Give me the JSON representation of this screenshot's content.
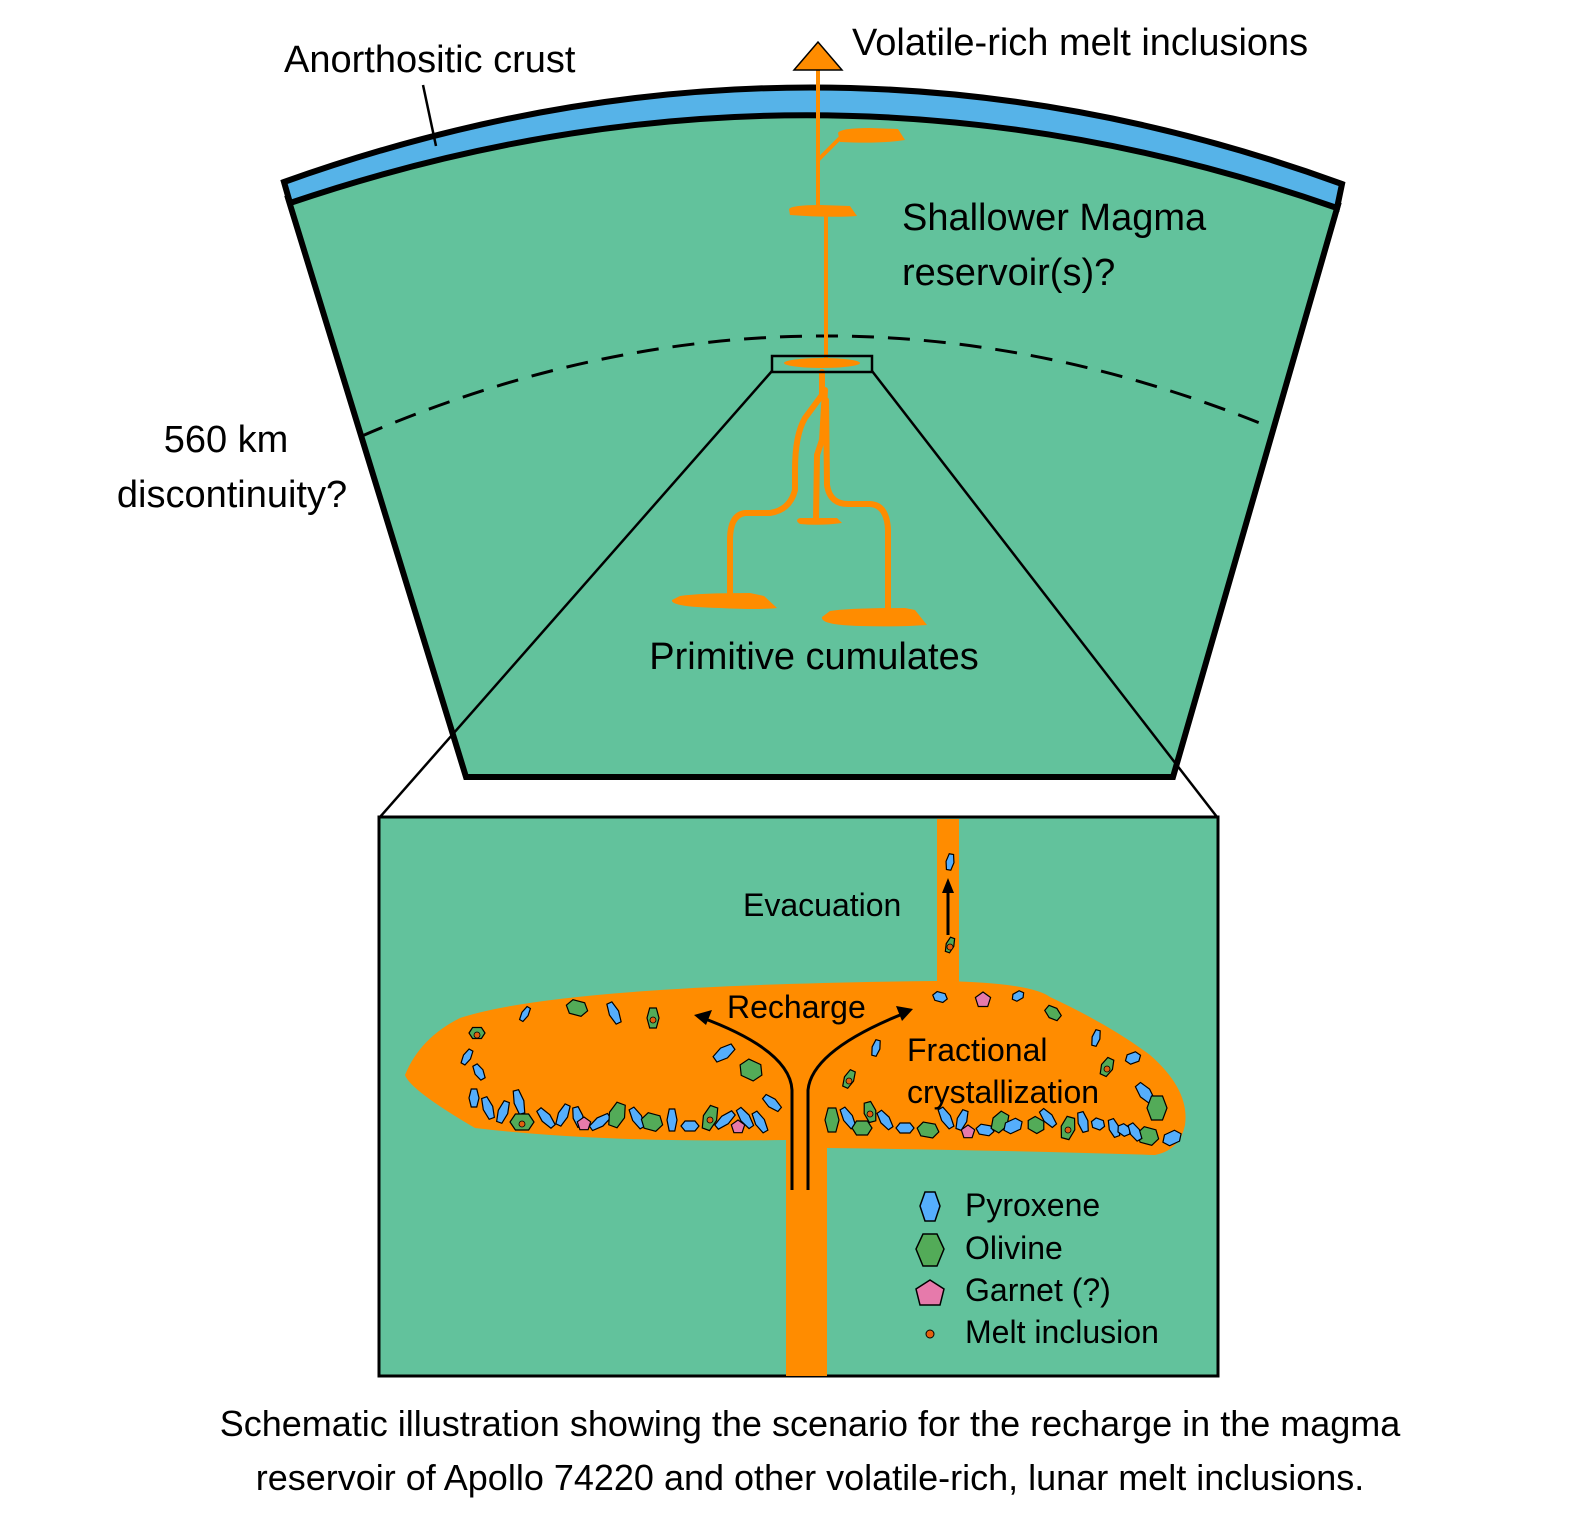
{
  "colors": {
    "mantle": "#62c29c",
    "crust": "#56b3e8",
    "magma": "#ff8c00",
    "pyroxene": "#55aefc",
    "olivine": "#53ab58",
    "garnet": "#e67aab",
    "melt_inclusion": "#e2600e",
    "outline": "#000000"
  },
  "top_panel": {
    "labels": {
      "crust": "Anorthositic crust",
      "volcano": "Volatile-rich melt inclusions",
      "shallow_line1": "Shallower Magma",
      "shallow_line2": "reservoir(s)?",
      "discontinuity_line1": "560 km",
      "discontinuity_line2": "discontinuity?",
      "cumulates": "Primitive cumulates"
    }
  },
  "bottom_panel": {
    "labels": {
      "evacuation": "Evacuation",
      "recharge": "Recharge",
      "fractional_line1": "Fractional",
      "fractional_line2": "crystallization"
    },
    "legend": [
      {
        "icon": "pyroxene-icon",
        "label": "Pyroxene"
      },
      {
        "icon": "olivine-icon",
        "label": "Olivine"
      },
      {
        "icon": "garnet-icon",
        "label": "Garnet (?)"
      },
      {
        "icon": "melt-inclusion-icon",
        "label": "Melt inclusion"
      }
    ]
  },
  "caption": {
    "line1": "Schematic illustration showing the scenario for the recharge in the magma",
    "line2": "reservoir of Apollo 74220 and other volatile-rich, lunar melt inclusions."
  }
}
